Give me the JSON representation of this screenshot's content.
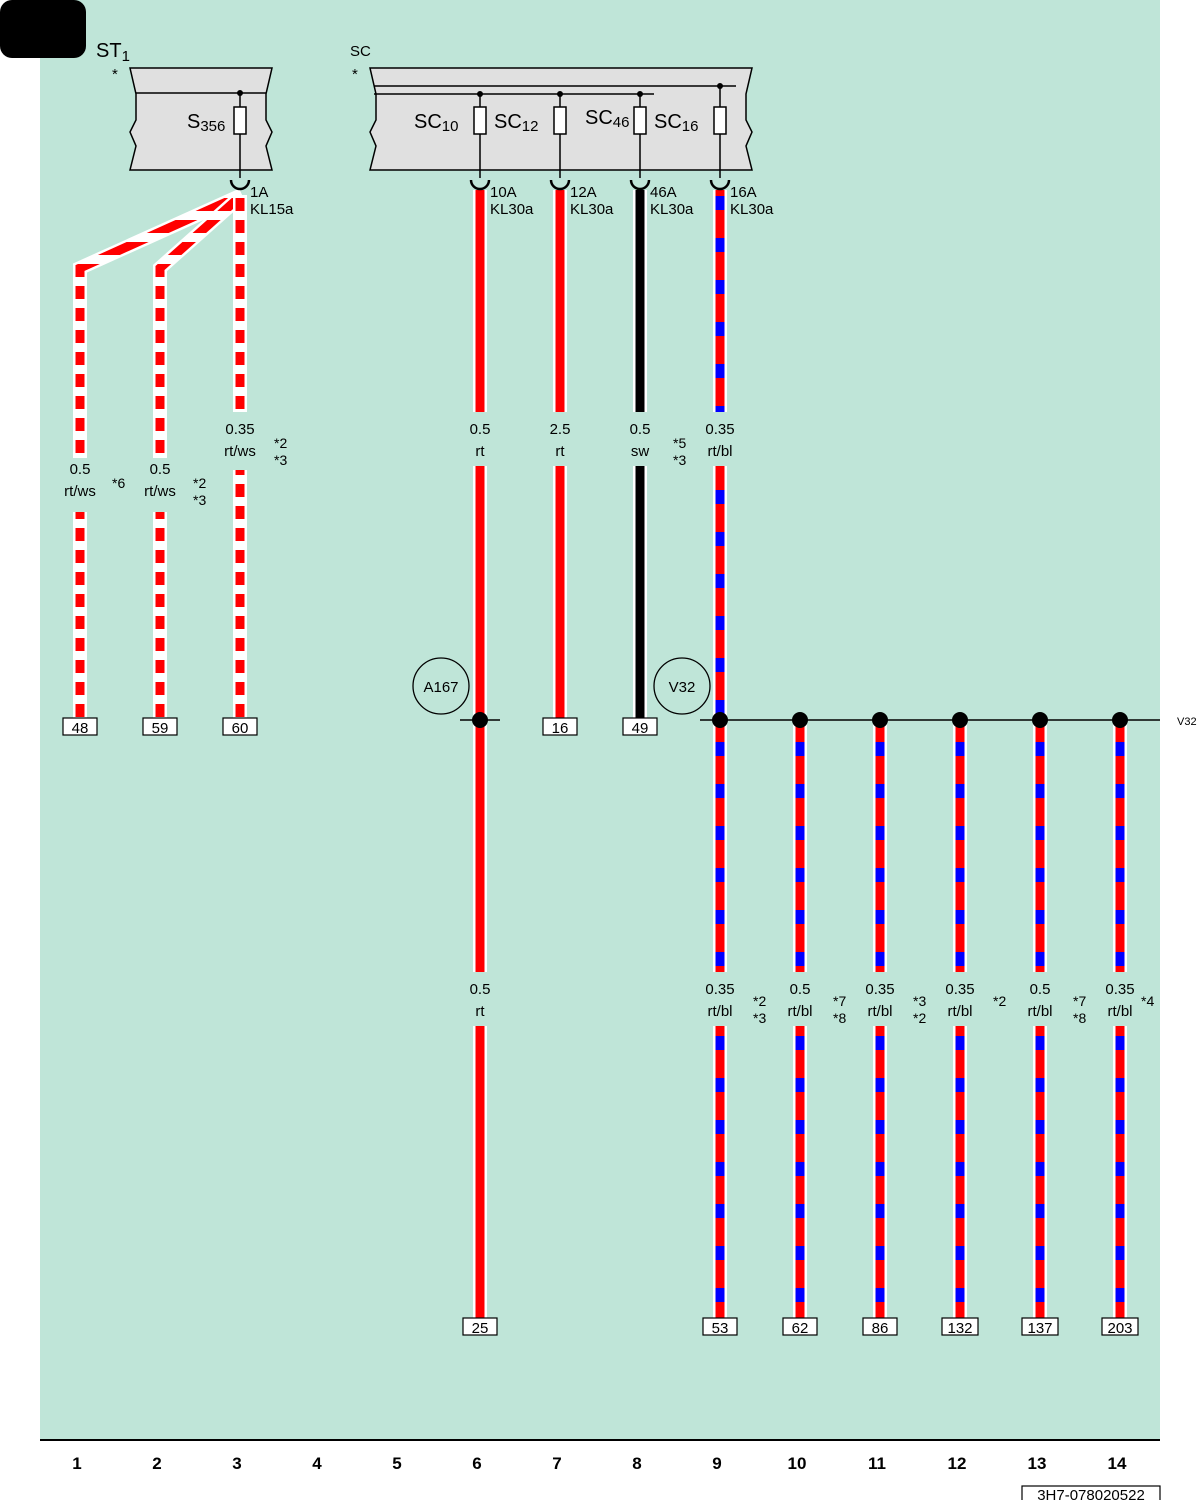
{
  "colors": {
    "background": "#bfe5d8",
    "red": "#ff0000",
    "blue": "#0000ff",
    "black": "#000000",
    "white": "#ffffff",
    "module": "#e0e0e0"
  },
  "modules": {
    "st1": {
      "name_main": "ST",
      "name_sub": "1",
      "star": "*",
      "fuse_main": "S",
      "fuse_sub": "356"
    },
    "sc": {
      "name": "SC",
      "star": "*",
      "fuses": [
        {
          "main": "SC",
          "sub": "10"
        },
        {
          "main": "SC",
          "sub": "12"
        },
        {
          "main": "SC",
          "sub": "46"
        },
        {
          "main": "SC",
          "sub": "16"
        }
      ]
    }
  },
  "fuse_ratings": [
    {
      "amp": "1A",
      "term": "KL15a"
    },
    {
      "amp": "10A",
      "term": "KL30a"
    },
    {
      "amp": "12A",
      "term": "KL30a"
    },
    {
      "amp": "46A",
      "term": "KL30a"
    },
    {
      "amp": "16A",
      "term": "KL30a"
    }
  ],
  "upper_wires": [
    {
      "size": "0.5",
      "color": "rt/ws",
      "notes": [
        "*6"
      ]
    },
    {
      "size": "0.5",
      "color": "rt/ws",
      "notes": [
        "*2",
        "*3"
      ]
    },
    {
      "size": "0.35",
      "color": "rt/ws",
      "notes": [
        "*2",
        "*3"
      ]
    },
    {
      "size": "0.5",
      "color": "rt",
      "notes": []
    },
    {
      "size": "2.5",
      "color": "rt",
      "notes": []
    },
    {
      "size": "0.5",
      "color": "sw",
      "notes": [
        "*5",
        "*3"
      ]
    },
    {
      "size": "0.35",
      "color": "rt/bl",
      "notes": []
    }
  ],
  "lower_wires": [
    {
      "size": "0.5",
      "color": "rt",
      "notes": []
    },
    {
      "size": "0.35",
      "color": "rt/bl",
      "notes": [
        "*2",
        "*3"
      ]
    },
    {
      "size": "0.5",
      "color": "rt/bl",
      "notes": [
        "*7",
        "*8"
      ]
    },
    {
      "size": "0.35",
      "color": "rt/bl",
      "notes": [
        "*3",
        "*2"
      ]
    },
    {
      "size": "0.35",
      "color": "rt/bl",
      "notes": [
        "*2"
      ]
    },
    {
      "size": "0.5",
      "color": "rt/bl",
      "notes": [
        "*7",
        "*8"
      ]
    },
    {
      "size": "0.35",
      "color": "rt/bl",
      "notes": [
        "*4"
      ]
    }
  ],
  "upper_connectors": [
    "48",
    "59",
    "60",
    "16",
    "49"
  ],
  "bottom_connectors": [
    "25",
    "53",
    "62",
    "86",
    "132",
    "137",
    "203"
  ],
  "splices": {
    "a167": "A167",
    "v32": "V32",
    "v32_ref": "V32"
  },
  "columns": [
    "1",
    "2",
    "3",
    "4",
    "5",
    "6",
    "7",
    "8",
    "9",
    "10",
    "11",
    "12",
    "13",
    "14"
  ],
  "diagram_code": "3H7-078020522"
}
